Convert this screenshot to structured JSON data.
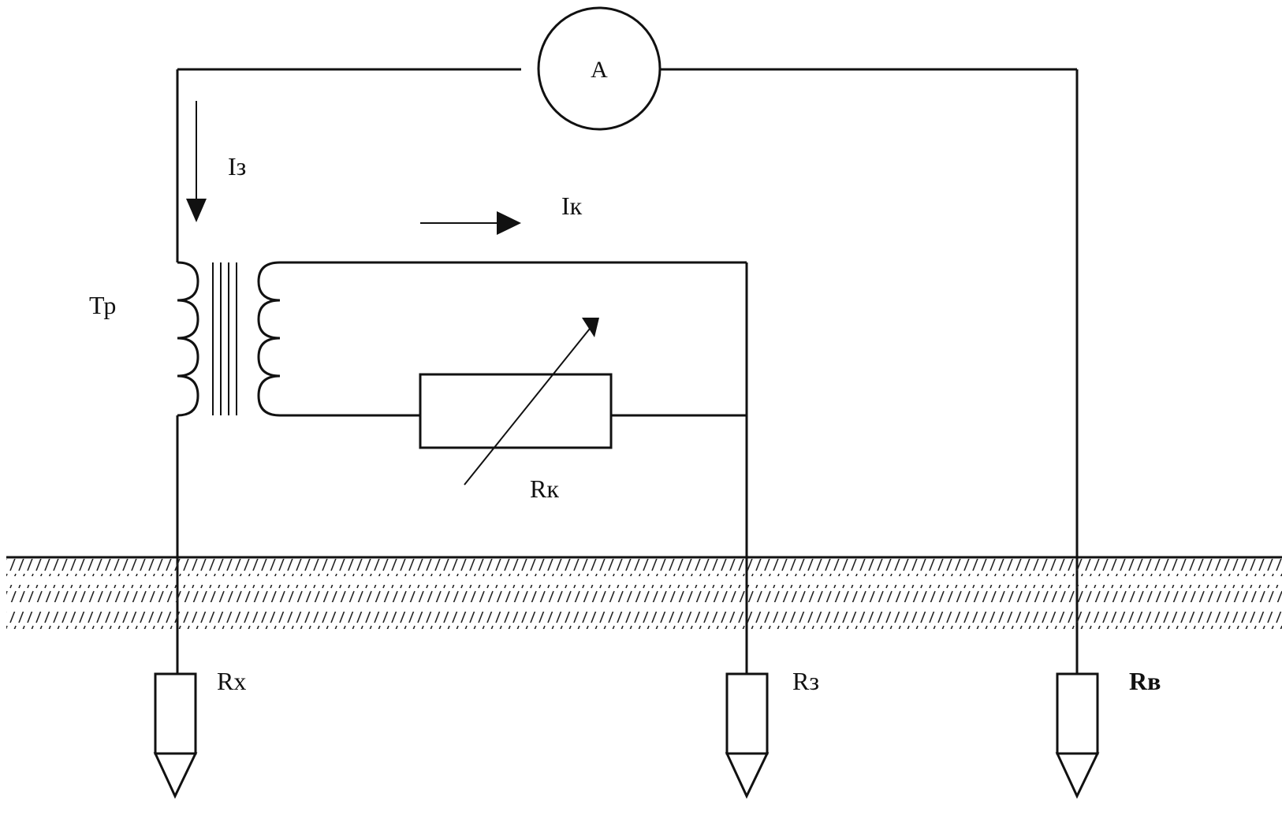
{
  "ammeter": {
    "label": "A"
  },
  "currents": {
    "ground": "Iз",
    "compensation": "Iк"
  },
  "transformer": {
    "label": "Тр"
  },
  "rheostat": {
    "label": "Rк"
  },
  "electrodes": {
    "measured": {
      "label": "Rx"
    },
    "grounding": {
      "label": "Rз"
    },
    "auxiliary": {
      "label": "Rв"
    }
  }
}
